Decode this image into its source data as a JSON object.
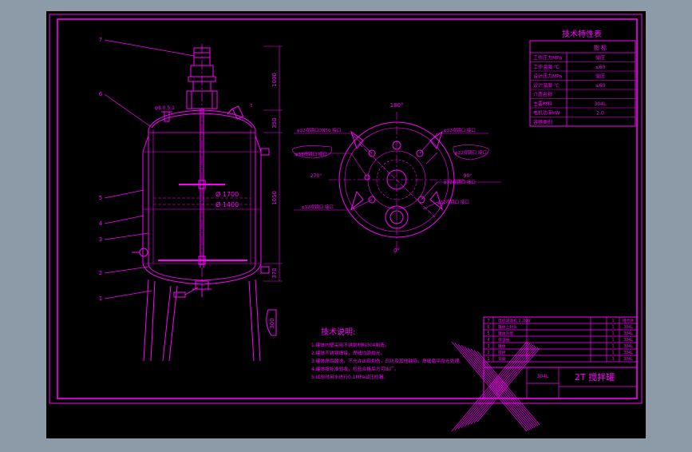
{
  "colors": {
    "background": "#8d9aa8",
    "paper": "#000000",
    "line": "#ff00ff",
    "white": "#ffffff"
  },
  "tech_table": {
    "title": "技术特性表",
    "header": [
      "",
      "指 标"
    ],
    "rows": [
      [
        "工作压力MPa",
        "常压"
      ],
      [
        "工作温度 ℃",
        "≤60"
      ],
      [
        "设计压力MPa",
        "常压"
      ],
      [
        "设计温度 ℃",
        "≤60"
      ],
      [
        "介质名称",
        ""
      ],
      [
        "主要材料",
        "304L"
      ],
      [
        "电机功率kW",
        "2.0"
      ],
      [
        "容器类别",
        ""
      ]
    ]
  },
  "part_labels": [
    "7",
    "6",
    "5",
    "4",
    "3",
    "2",
    "1"
  ],
  "tank_dims": {
    "d_outer": "Ø 1700",
    "d_inner": "Ø 1400",
    "right_dims": [
      "1000",
      "350",
      "1050",
      "370"
    ],
    "leg_dim": "300",
    "top_note": "φ8.0.5.1",
    "right_label": "t"
  },
  "plan_view": {
    "angle_top": "180°",
    "angle_bottom": "0°",
    "angle_left": "270°",
    "angle_right": "90°",
    "nozzles": [
      "φ32视镜口DN50 接口",
      "φ38视镜口 接口",
      "φ32视镜口 接口",
      "φ32视镜口 接口",
      "φ32视镜口 接口",
      "φ32视镜口 接口",
      "φ32视镜口 接口"
    ]
  },
  "notes": {
    "title": "技术说明:",
    "lines": [
      "1.罐体内壁采用不锈钢材料304制造。",
      "2.罐体不锈钢焊接，焊缝均须抛光。",
      "3.罐体焊后酸洗，不允许出现划伤，凹坑及其他缺陷，焊缝磨平抛光处理。",
      "4.罐体按标准验收，检验合格后方可出厂。",
      "5.试验时用水进行0.1MPa试压检漏。"
    ]
  },
  "title_block": {
    "drawing_title": "2T 搅拌罐",
    "material": "304L",
    "rows": [
      [
        "7",
        "电机减速机 2.2kW",
        "",
        "1",
        "组合件"
      ],
      [
        "6",
        "罐体上封头",
        "",
        "1",
        "304L"
      ],
      [
        "5",
        "罐体外壁",
        "",
        "1",
        "304L"
      ],
      [
        "4",
        "保温层",
        "",
        "1",
        "304L"
      ],
      [
        "3",
        "罐体",
        "",
        "1",
        "304L"
      ],
      [
        "2",
        "搅拌",
        "",
        "1",
        "304L"
      ],
      [
        "1",
        "支腿",
        "",
        "3",
        "304L"
      ]
    ]
  }
}
